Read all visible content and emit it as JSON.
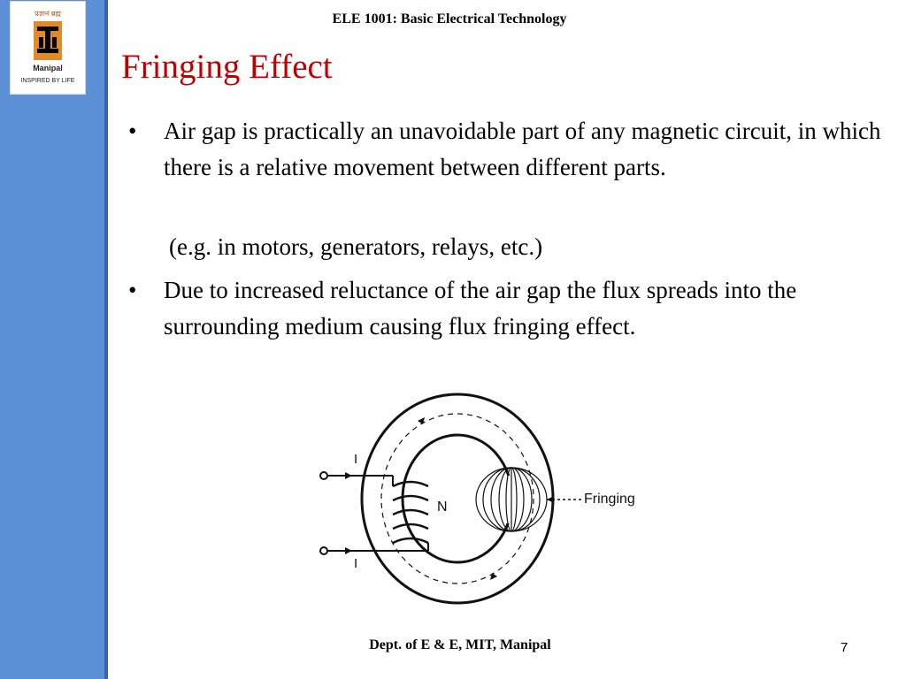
{
  "header": {
    "course": "ELE 1001: Basic Electrical Technology",
    "title": "Fringing Effect"
  },
  "logo": {
    "hindi_text": "प्रज्ञानं ब्रह्म",
    "brand": "Manipal",
    "tagline": "INSPIRED BY LIFE"
  },
  "content": {
    "bullet_char": "•",
    "bullet1": "Air gap is practically an unavoidable part of any magnetic circuit, in which there is a relative movement between different parts.",
    "example": "(e.g. in motors, generators, relays, etc.)",
    "bullet2": "Due to increased reluctance of the air gap the flux spreads into the surrounding medium causing flux fringing effect."
  },
  "figure": {
    "current_top": "I",
    "current_bottom": "I",
    "turns": "N",
    "fringing_label": "Fringing"
  },
  "footer": {
    "dept": "Dept. of E & E, MIT, Manipal",
    "page_number": "7"
  },
  "colors": {
    "sidebar": "#5b8fd6",
    "title": "#c00000"
  }
}
